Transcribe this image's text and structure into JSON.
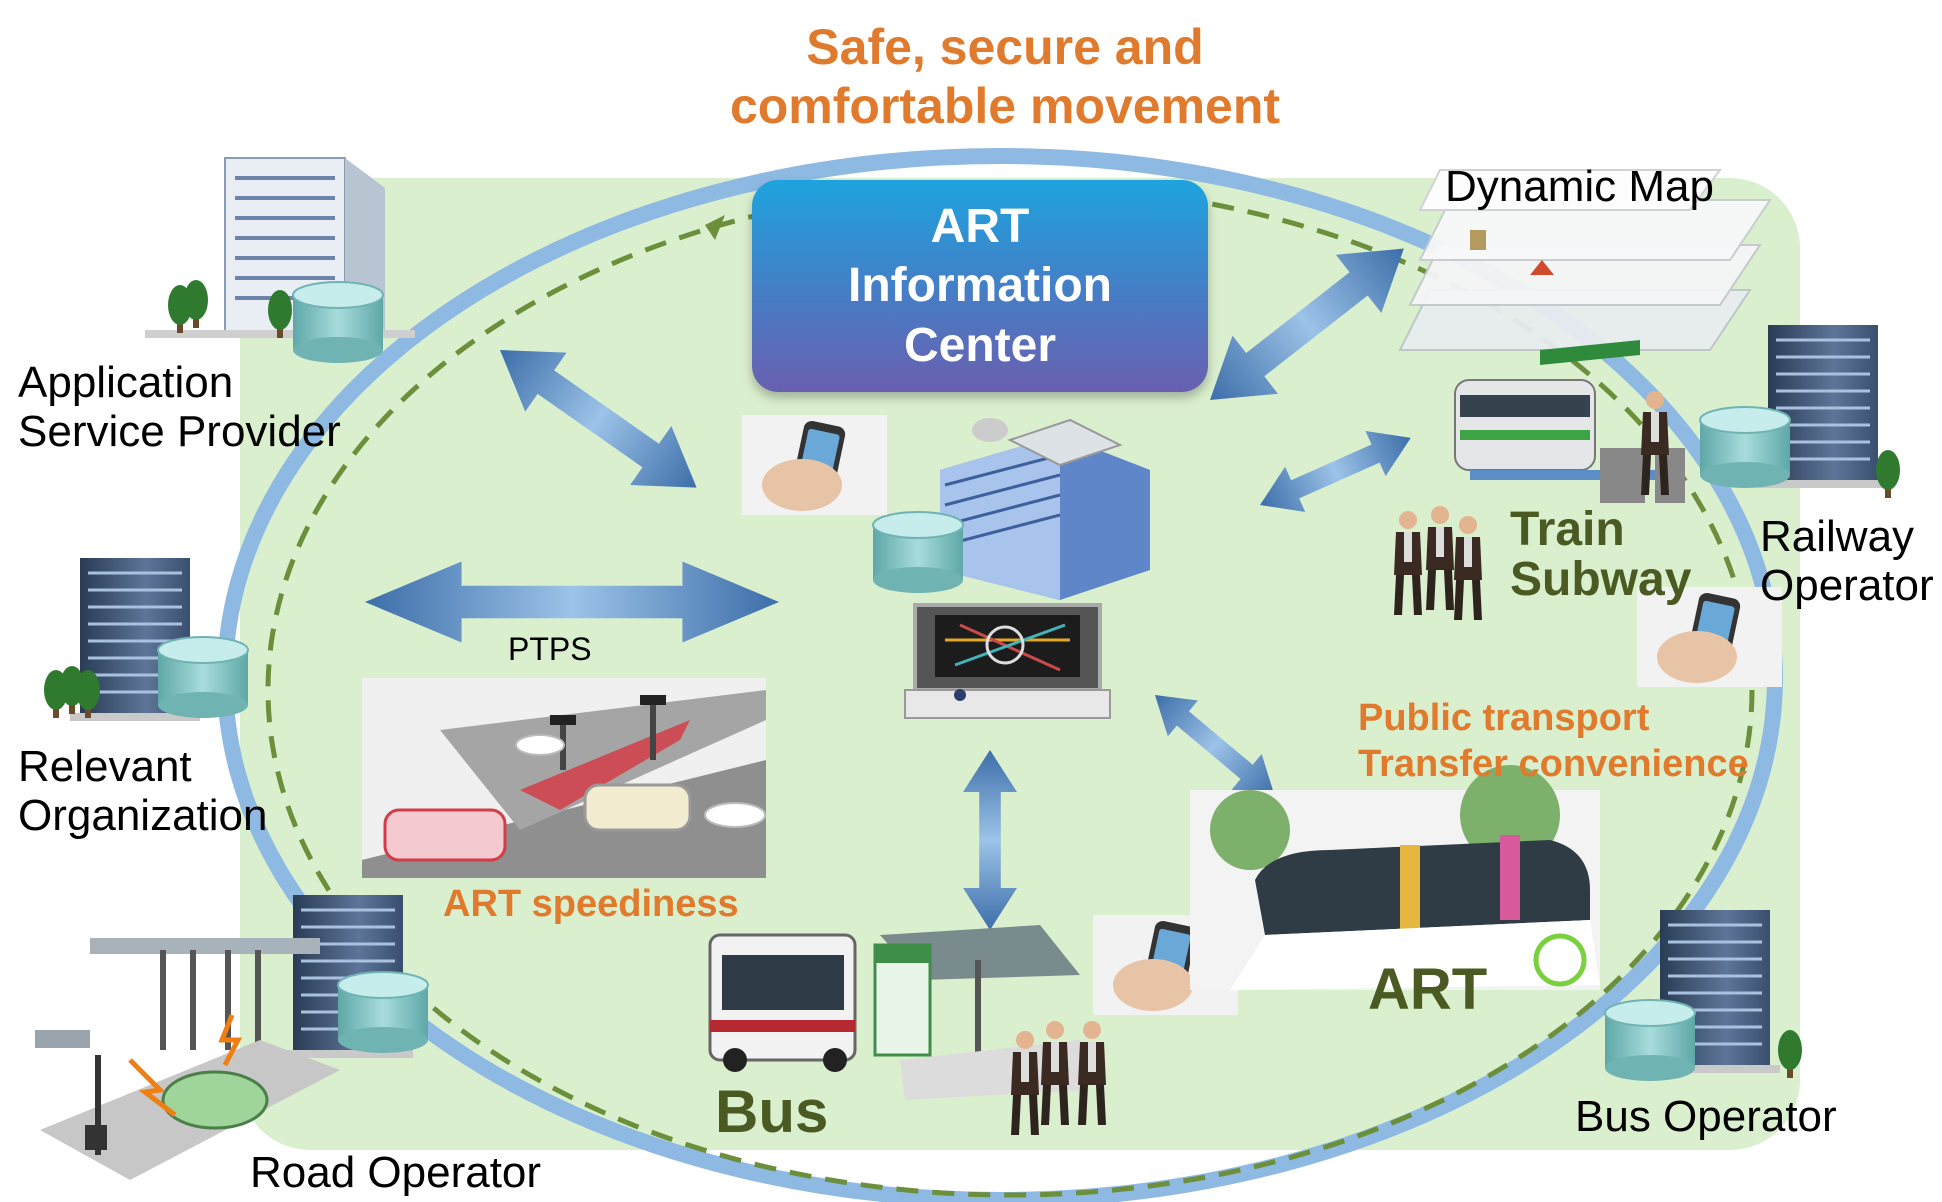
{
  "title": "Safe, secure and\ncomfortable movement",
  "center": {
    "label": "ART\nInformation\nCenter"
  },
  "stakeholders": {
    "app_provider": "Application\nService Provider",
    "relevant_org": "Relevant\nOrganization",
    "road_operator": "Road Operator",
    "railway_operator": "Railway\nOperator",
    "bus_operator": "Bus Operator"
  },
  "features": {
    "dynamic_map": "Dynamic Map",
    "ptps": "PTPS",
    "art_speediness": "ART speediness",
    "public_transport": "Public transport\nTransfer convenience"
  },
  "modes": {
    "train_subway": "Train\nSubway",
    "art": "ART",
    "bus": "Bus"
  },
  "colors": {
    "title": "#e07a2c",
    "accent_orange": "#e07a2c",
    "mode_green": "#4a5a22",
    "background_green": "#daefce",
    "ring_blue": "#8eb9e3",
    "dashed_ring": "#6b8f3a",
    "arrow_blue": "#4d7fb8"
  }
}
